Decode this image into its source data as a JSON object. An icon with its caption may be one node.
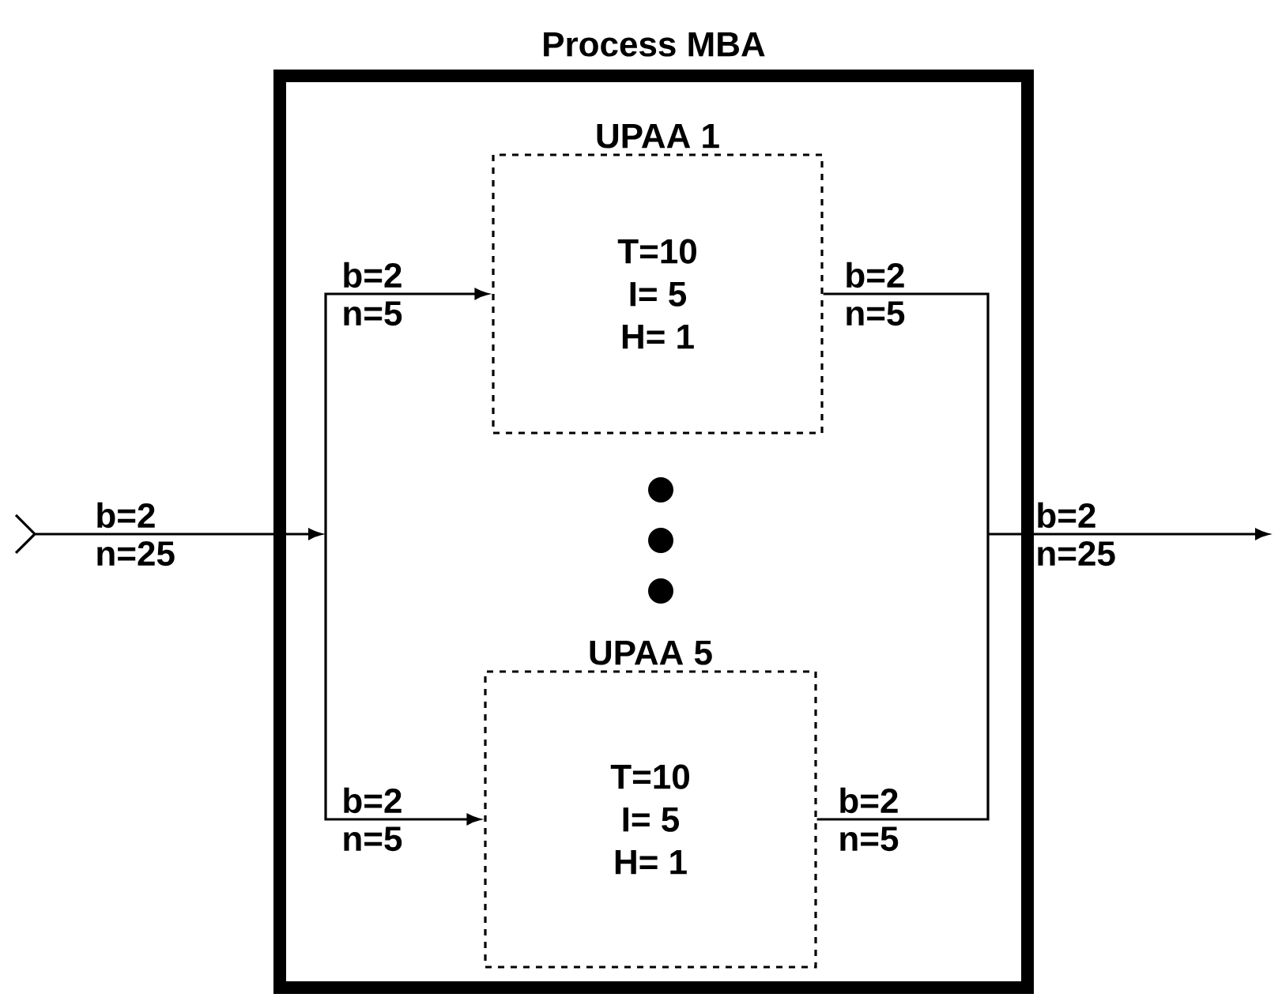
{
  "diagram": {
    "nodes": [
      {
        "text": [
          "Process MBA"
        ]
      },
      {
        "text": [
          "UPAA 1",
          "T=10 I= 5 H= 1"
        ],
        "in": 0
      },
      {
        "text": [
          "UPAA 5",
          "T=10 I= 5 H= 1"
        ],
        "in": 0
      }
    ],
    "edges": [
      {
        "from": null,
        "to": 1,
        "arrow": "to",
        "label": "b=2 n=5"
      },
      {
        "from": null,
        "to": 2,
        "arrow": "to",
        "label": "b=2 n=5"
      },
      {
        "from": 1,
        "to": null,
        "arrow": "to",
        "label": "b=2 n=5"
      },
      {
        "from": 2,
        "to": null,
        "arrow": "to",
        "label": "b=2 n=5"
      }
    ],
    "labels": [
      "b=2 n=25",
      "b=2 n=25"
    ]
  }
}
